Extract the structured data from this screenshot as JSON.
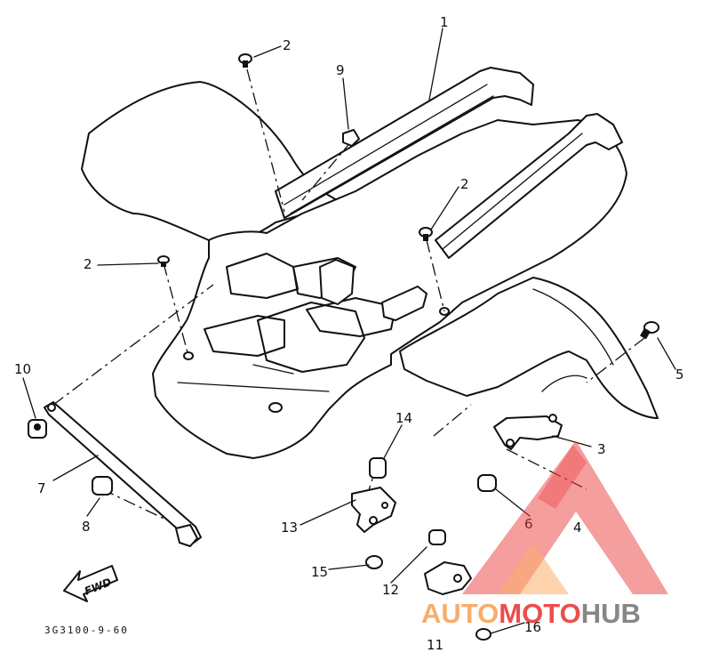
{
  "diagram": {
    "code": "3G3100-9-60",
    "direction_label": "FWD",
    "callouts": [
      {
        "id": "c1",
        "label": "1"
      },
      {
        "id": "c2a",
        "label": "2"
      },
      {
        "id": "c2b",
        "label": "2"
      },
      {
        "id": "c2c",
        "label": "2"
      },
      {
        "id": "c3",
        "label": "3"
      },
      {
        "id": "c4",
        "label": "4"
      },
      {
        "id": "c5",
        "label": "5"
      },
      {
        "id": "c6",
        "label": "6"
      },
      {
        "id": "c7",
        "label": "7"
      },
      {
        "id": "c8",
        "label": "8"
      },
      {
        "id": "c9",
        "label": "9"
      },
      {
        "id": "c10",
        "label": "10"
      },
      {
        "id": "c11",
        "label": "11"
      },
      {
        "id": "c12",
        "label": "12"
      },
      {
        "id": "c13",
        "label": "13"
      },
      {
        "id": "c14",
        "label": "14"
      },
      {
        "id": "c15",
        "label": "15"
      },
      {
        "id": "c16",
        "label": "16"
      }
    ]
  },
  "watermark": {
    "part1": "AUTO",
    "part2": "MOTO",
    "part3": "HUB",
    "colors": {
      "orange": "#f7a65a",
      "red": "#ea3a3a",
      "gray": "#7a7a7a"
    }
  }
}
